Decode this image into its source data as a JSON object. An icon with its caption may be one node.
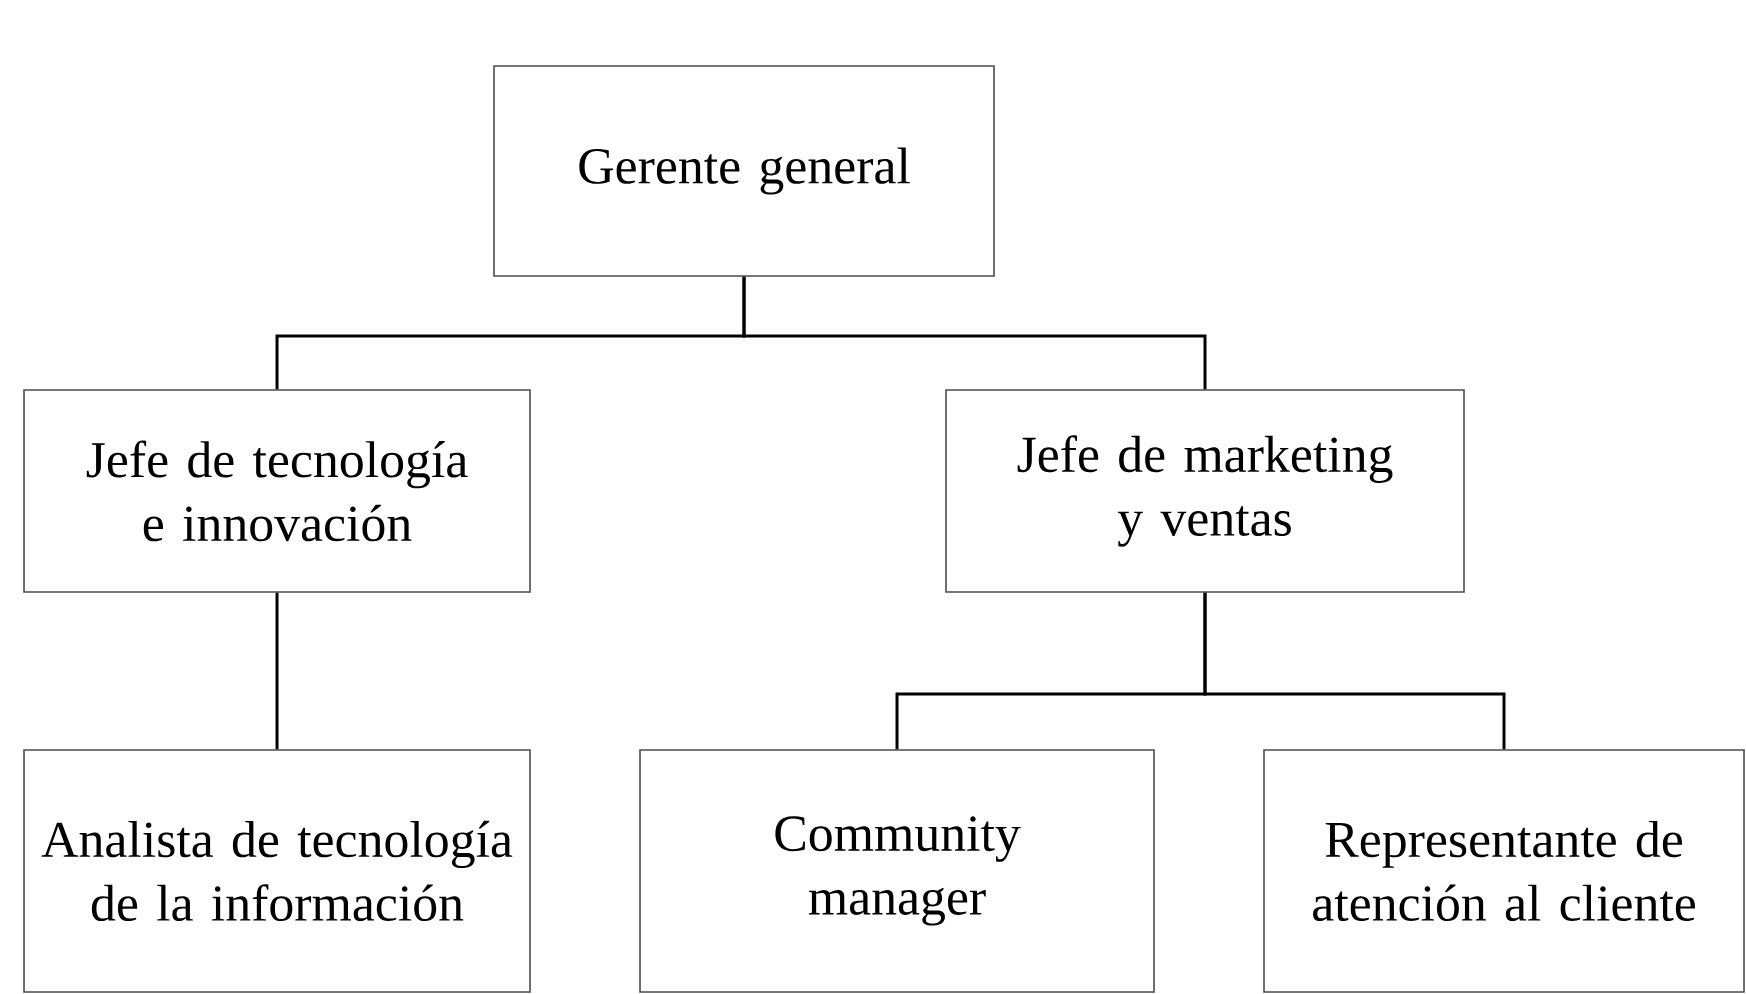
{
  "diagram": {
    "nodes": [
      {
        "text": [
          "Gerente general"
        ]
      },
      {
        "text": [
          "Jefe de tecnología e innovación"
        ]
      },
      {
        "text": [
          "Jefe de marketing y ventas"
        ]
      },
      {
        "text": [
          "Analista de tecnología de la información"
        ]
      },
      {
        "text": [
          "Community manager"
        ]
      },
      {
        "text": [
          "Representante de atención al cliente"
        ]
      }
    ],
    "edges": [
      {
        "from": 0,
        "to": 1,
        "arrow": "none"
      },
      {
        "from": 0,
        "to": 2,
        "arrow": "none"
      },
      {
        "from": 1,
        "to": 3,
        "arrow": "none"
      },
      {
        "from": 2,
        "to": 4,
        "arrow": "none"
      },
      {
        "from": 2,
        "to": 5,
        "arrow": "none"
      }
    ]
  }
}
